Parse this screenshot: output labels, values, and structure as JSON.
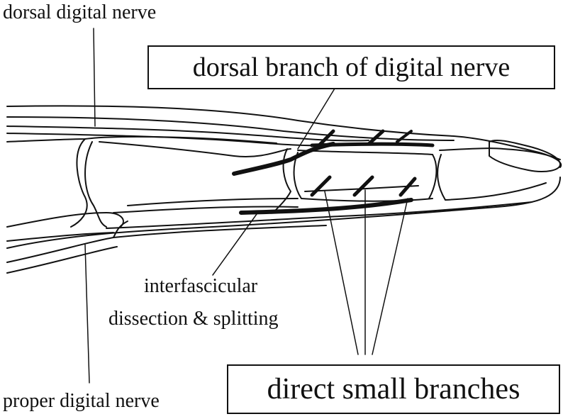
{
  "labels": {
    "dorsal_digital_nerve": "dorsal digital nerve",
    "dorsal_branch": "dorsal branch of digital nerve",
    "interfascicular_line1": "interfascicular",
    "interfascicular_line2": "dissection & splitting",
    "proper_digital_nerve": "proper digital nerve",
    "direct_small_branches": "direct small branches"
  },
  "colors": {
    "ink": "#111111",
    "background": "#ffffff"
  }
}
